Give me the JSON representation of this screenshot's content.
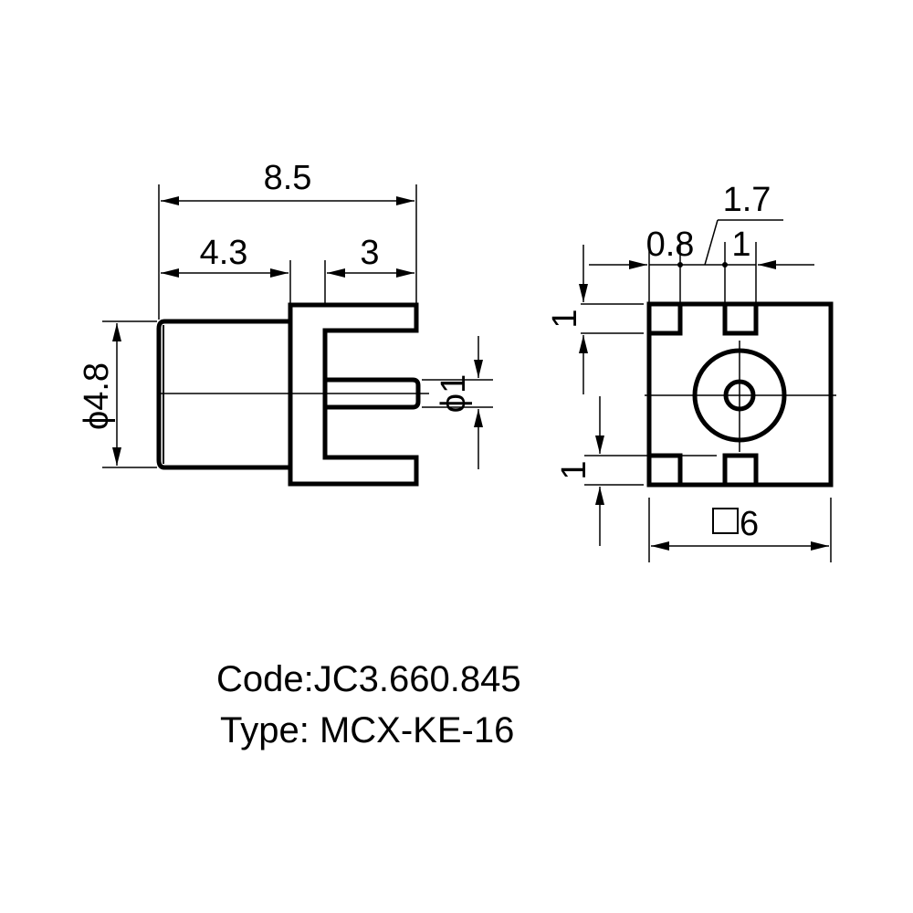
{
  "colors": {
    "ink": "#000000",
    "paper": "#ffffff"
  },
  "side_view": {
    "overall_length": "8.5",
    "body_length": "4.3",
    "tail_length": "3",
    "body_diameter": "ϕ4.8",
    "pin_diameter": "ϕ1"
  },
  "front_view": {
    "corner_pad_span": "1.7",
    "pad_offset": "0.8",
    "pad_width": "1",
    "pad_height_top": "1",
    "pad_height_bottom": "1",
    "square_size": "6",
    "square_symbol": "square-icon"
  },
  "info": {
    "code": "Code:JC3.660.845",
    "type": "Type: MCX-KE-16"
  }
}
